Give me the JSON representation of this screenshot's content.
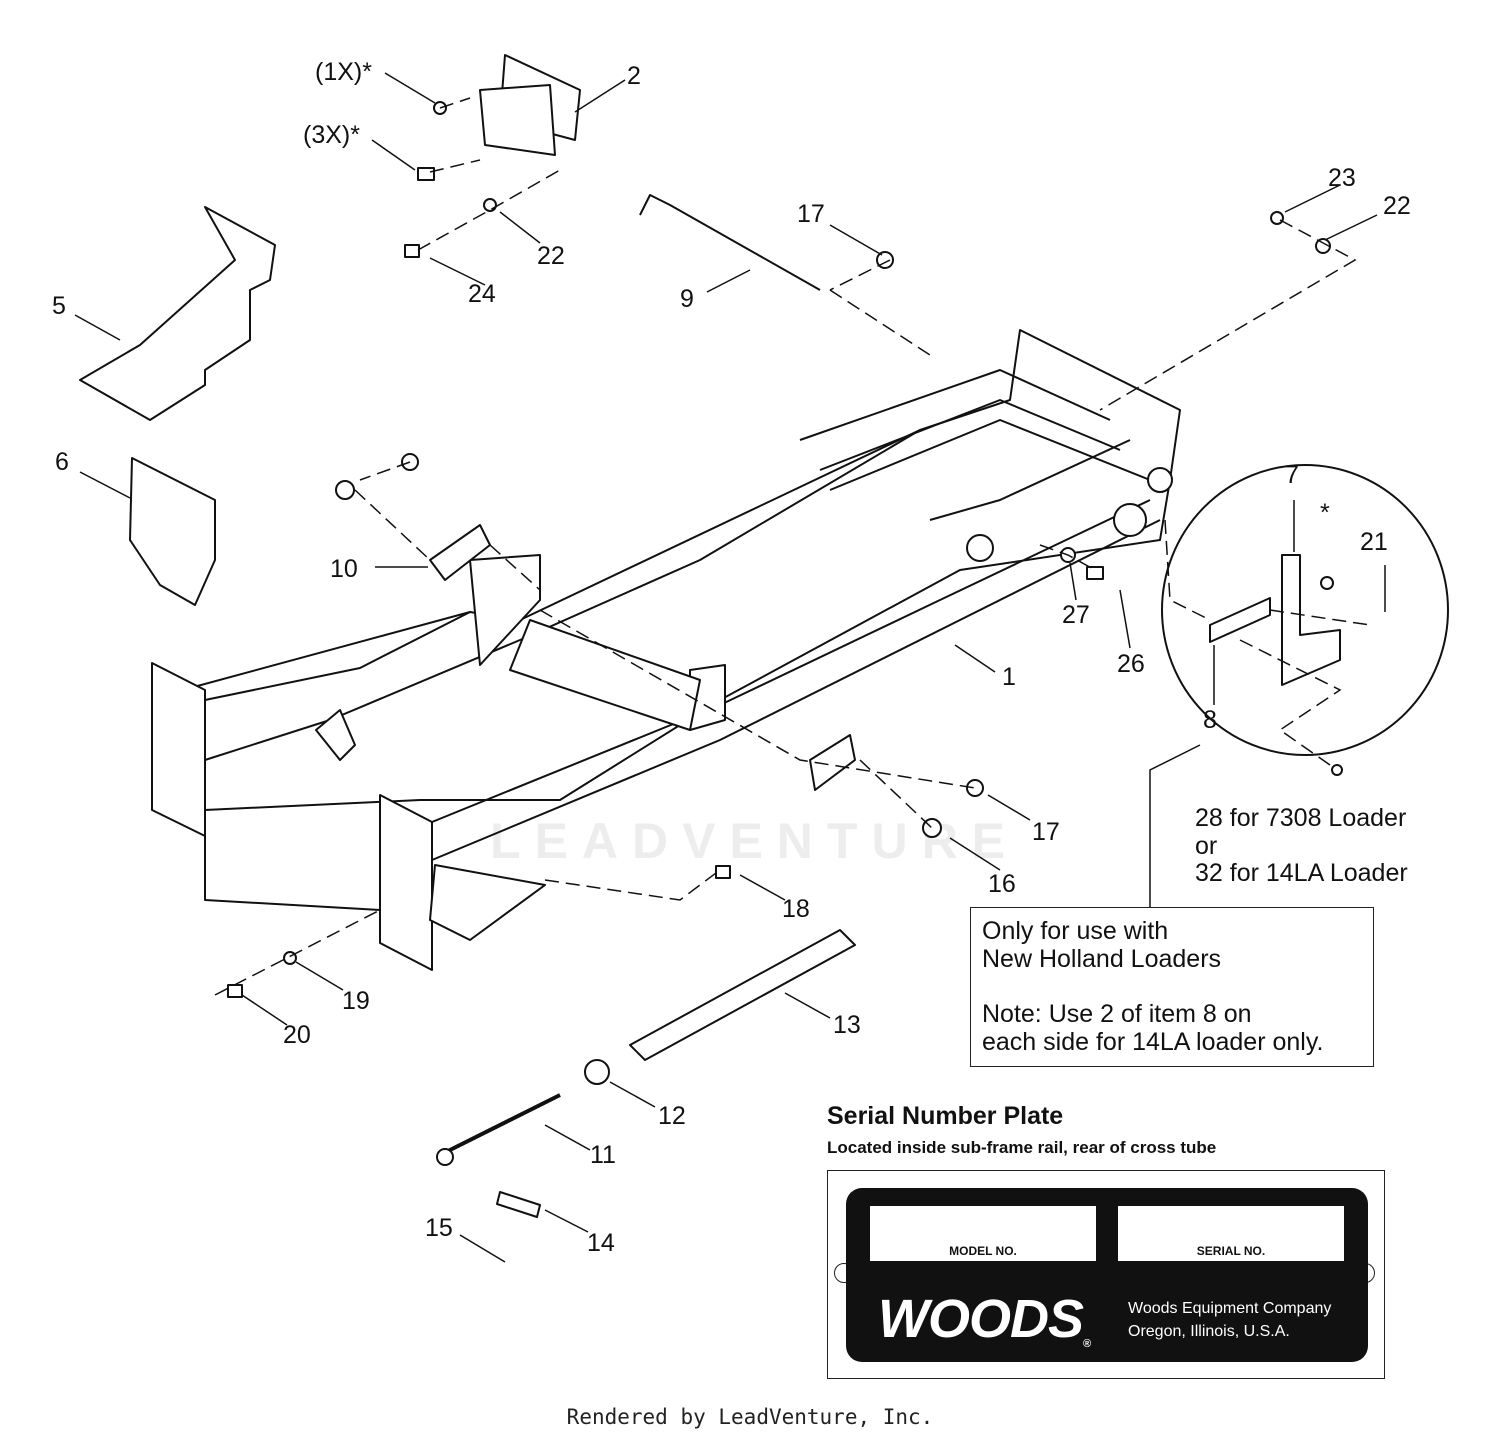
{
  "callouts": {
    "c1": "1",
    "c2": "2",
    "c5": "5",
    "c6": "6",
    "c7": "7",
    "c8": "8",
    "c9": "9",
    "c10": "10",
    "c11": "11",
    "c12": "12",
    "c13": "13",
    "c14": "14",
    "c15": "15",
    "c16": "16",
    "c17a": "17",
    "c17b": "17",
    "c18": "18",
    "c19": "19",
    "c20": "20",
    "c21": "21",
    "c22a": "22",
    "c22b": "22",
    "c23": "23",
    "c24": "24",
    "c26": "26",
    "c27": "27",
    "c1x": "(1X)*",
    "c3x": "(3X)*",
    "cstar": "*"
  },
  "loader_note": {
    "line1": "28 for 7308 Loader",
    "line2": "or",
    "line3": "32 for 14LA Loader"
  },
  "note_box": {
    "line1": "Only for use with",
    "line2": "New Holland Loaders",
    "line3": "Note: Use 2 of item 8 on",
    "line4": "each side for 14LA loader only."
  },
  "serial_plate": {
    "title": "Serial Number Plate",
    "subtitle": "Located inside sub-frame rail, rear of cross tube",
    "model_label": "MODEL NO.",
    "serial_label": "SERIAL NO.",
    "brand": "WOODS",
    "brand_mark": "®",
    "company_line1": "Woods Equipment Company",
    "company_line2": "Oregon, Illinois, U.S.A."
  },
  "watermark": "LEADVENTURE",
  "footer": "Rendered by LeadVenture, Inc."
}
